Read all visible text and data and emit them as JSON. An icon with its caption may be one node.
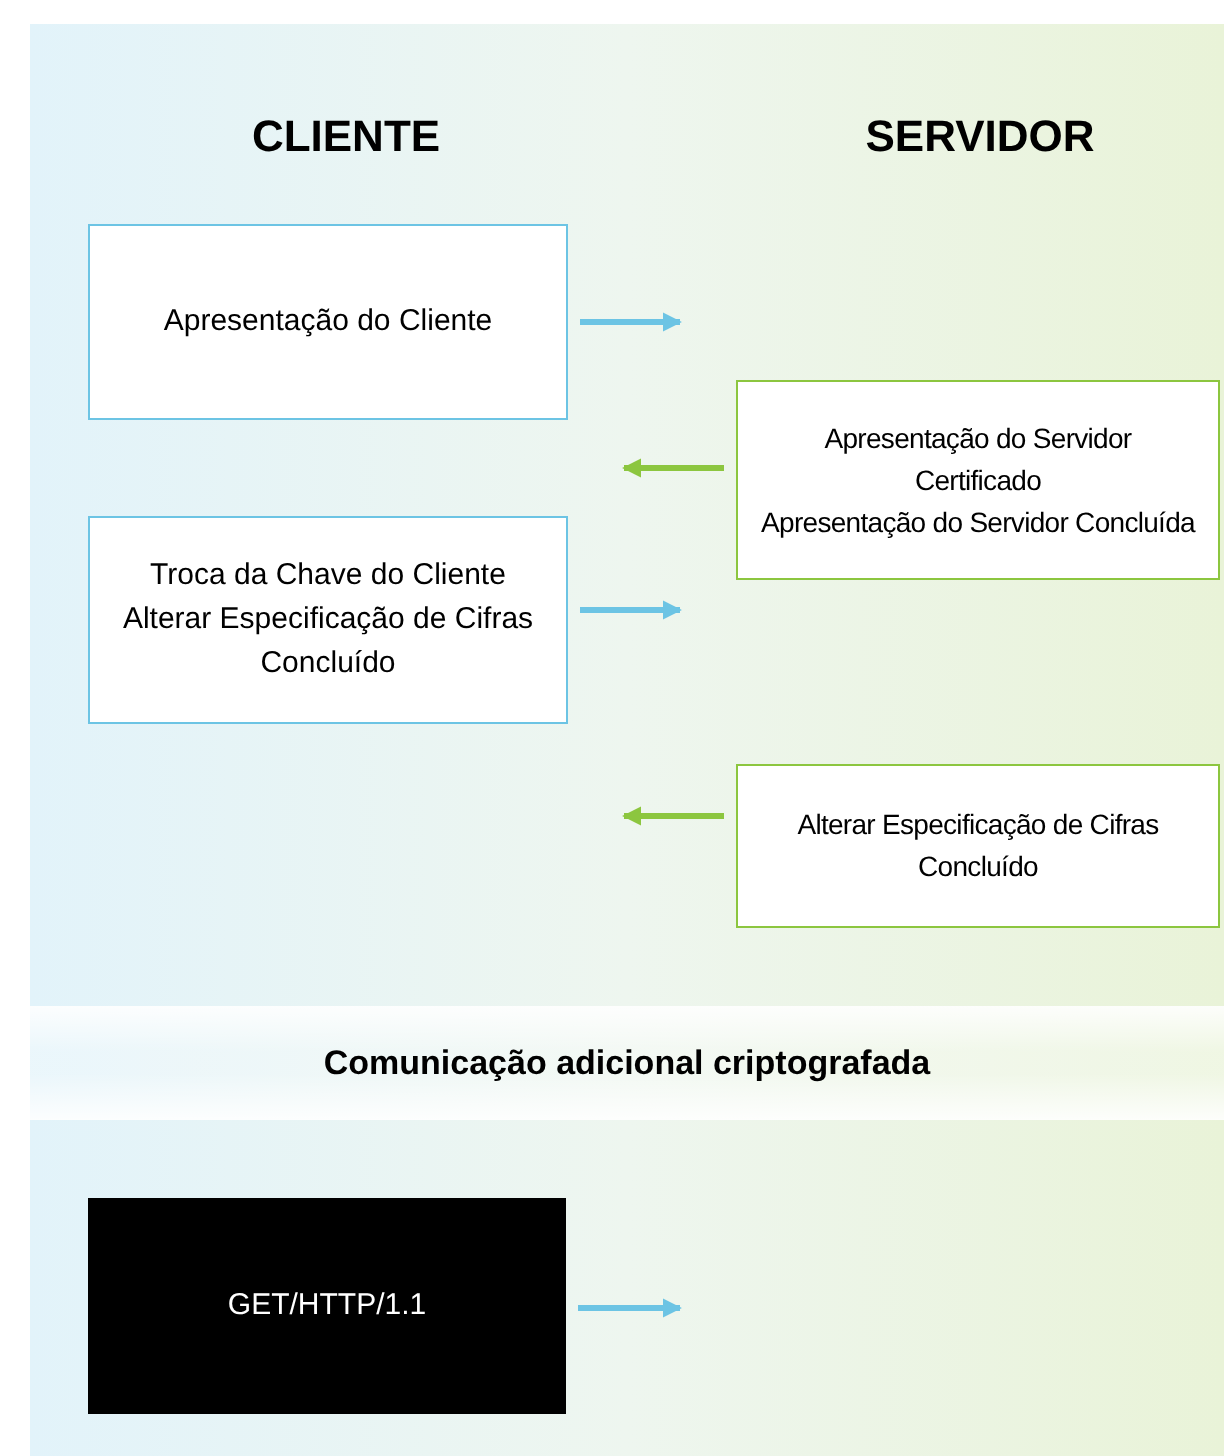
{
  "diagram": {
    "nodes": [
      {
        "text": [
          "Apresentação do Cliente"
        ]
      },
      {
        "text": [
          "Apresentação do Servidor",
          "Certificado",
          "Apresentação do Servidor Concluída"
        ]
      },
      {
        "text": [
          "Troca da Chave do Cliente",
          "Alterar Especificação de Cifras",
          "Concluído"
        ]
      },
      {
        "text": [
          "Alterar Especificação de Cifras",
          "Concluído"
        ]
      },
      {
        "text": [
          "Comunicação adicional criptografada"
        ]
      },
      {
        "text": [
          "GET/HTTP/1.1"
        ]
      }
    ],
    "edges": [
      {
        "from": 0,
        "to": null,
        "arrow": "to"
      },
      {
        "from": 1,
        "to": null,
        "arrow": "to",
        "color": "#8cc63f"
      },
      {
        "from": 2,
        "to": null,
        "arrow": "to"
      },
      {
        "from": 3,
        "to": null,
        "arrow": "to",
        "color": "#8cc63f"
      },
      {
        "from": 5,
        "to": null,
        "arrow": "to"
      }
    ],
    "labels": [
      "CLIENTE",
      "SERVIDOR"
    ]
  }
}
